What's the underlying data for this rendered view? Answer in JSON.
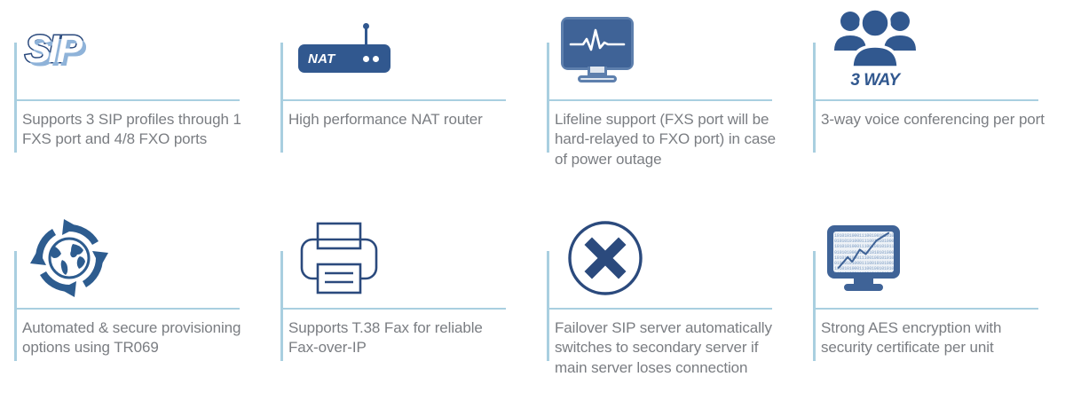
{
  "theme": {
    "rule_color": "#a9cfe0",
    "caption_color": "#7a7d82",
    "icon_blue_dark": "#2b4a7d",
    "icon_blue": "#31588f",
    "icon_blue_mid": "#3f6397",
    "icon_blue_light": "#8fb3d9",
    "bezel_gray": "#dfe6ef",
    "background": "#ffffff"
  },
  "features": [
    {
      "id": "sip-profiles",
      "icon": "sip-logo-icon",
      "icon_text": "SIP",
      "caption": "Supports 3 SIP profiles through 1 FXS port and 4/8 FXO ports"
    },
    {
      "id": "nat-router",
      "icon": "nat-router-icon",
      "icon_text": "NAT",
      "caption": "High performance NAT router"
    },
    {
      "id": "lifeline-support",
      "icon": "monitor-heartbeat-icon",
      "icon_text": "",
      "caption": "Lifeline support (FXS port will be hard-relayed to FXO port) in case of power outage"
    },
    {
      "id": "three-way-conferencing",
      "icon": "three-people-icon",
      "icon_text": "3 WAY",
      "caption": "3-way voice conferencing per port"
    },
    {
      "id": "auto-provisioning",
      "icon": "globe-refresh-arrows-icon",
      "icon_text": "",
      "caption": "Automated & secure provisioning options using TR069"
    },
    {
      "id": "t38-fax",
      "icon": "printer-fax-icon",
      "icon_text": "",
      "caption": "Supports T.38 Fax for reliable Fax-over-IP"
    },
    {
      "id": "failover-sip-server",
      "icon": "circle-x-icon",
      "icon_text": "",
      "caption": "Failover SIP server automatically switches to secondary server if main server loses connection"
    },
    {
      "id": "aes-encryption",
      "icon": "monitor-binary-chart-icon",
      "icon_text": "",
      "caption": "Strong AES encryption with security certificate per unit"
    }
  ],
  "binary_lines": [
    "101010100011100100101010",
    "010101010001110010101000",
    "101010100011100100101011",
    "010101000111001010101000",
    "101010100011100100101010",
    "010101010001110010101001",
    "101010100011100100101010",
    "010101000111001010101010",
    "101010100011100101010100"
  ]
}
